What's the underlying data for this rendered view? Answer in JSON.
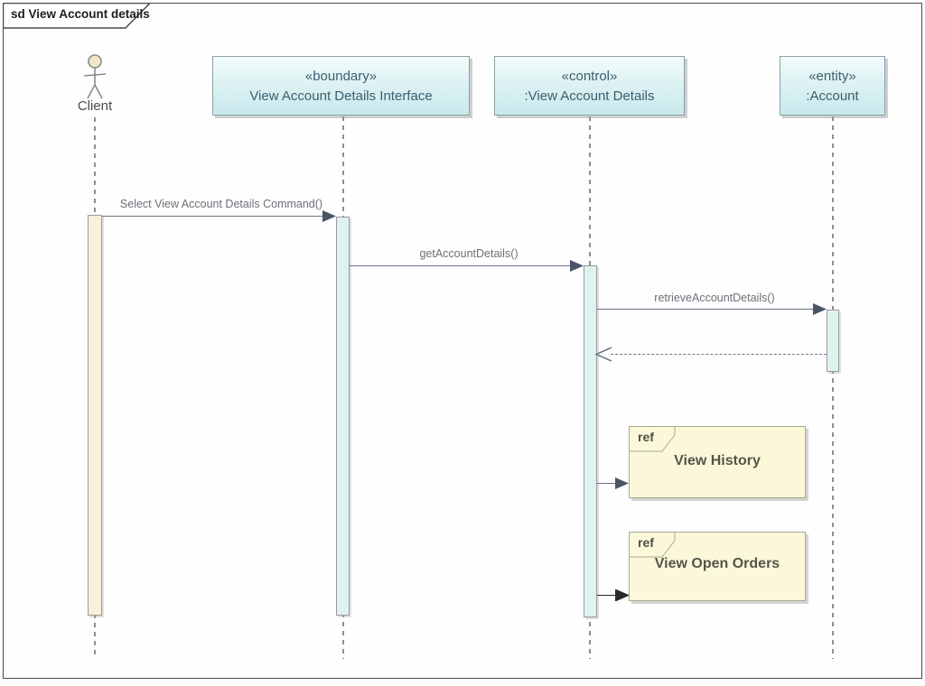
{
  "frame": {
    "label": "sd View Account details"
  },
  "actor": {
    "label": "Client"
  },
  "lifelines": [
    {
      "stereotype": "«boundary»",
      "name": "View Account Details Interface"
    },
    {
      "stereotype": "«control»",
      "name": ":View Account Details"
    },
    {
      "stereotype": "«entity»",
      "name": ":Account"
    }
  ],
  "messages": [
    {
      "label": "Select View Account Details Command()",
      "kind": "sync"
    },
    {
      "label": "getAccountDetails()",
      "kind": "sync"
    },
    {
      "label": "retrieveAccountDetails()",
      "kind": "sync"
    },
    {
      "label": "",
      "kind": "return"
    }
  ],
  "refs": [
    {
      "keyword": "ref",
      "title": "View History"
    },
    {
      "keyword": "ref",
      "title": "View Open Orders"
    }
  ],
  "colors": {
    "header_fill_top": "#f4fcfc",
    "header_fill_bottom": "#c9e9ec",
    "header_border": "#8aa0a6",
    "header_text": "#3c5e6d",
    "activation_client_fill": "#fbeeda",
    "activation_cyan_fill": "#def2f1",
    "ref_fill": "#fbf8da",
    "ref_border": "#a9a88f",
    "ref_text": "#55554a",
    "message_line": "#6a7383",
    "arrow_black": "#262626",
    "lifeline_dash": "#8f8f8f",
    "frame_border": "#4b4b4b",
    "message_text": "#6e6e78"
  }
}
